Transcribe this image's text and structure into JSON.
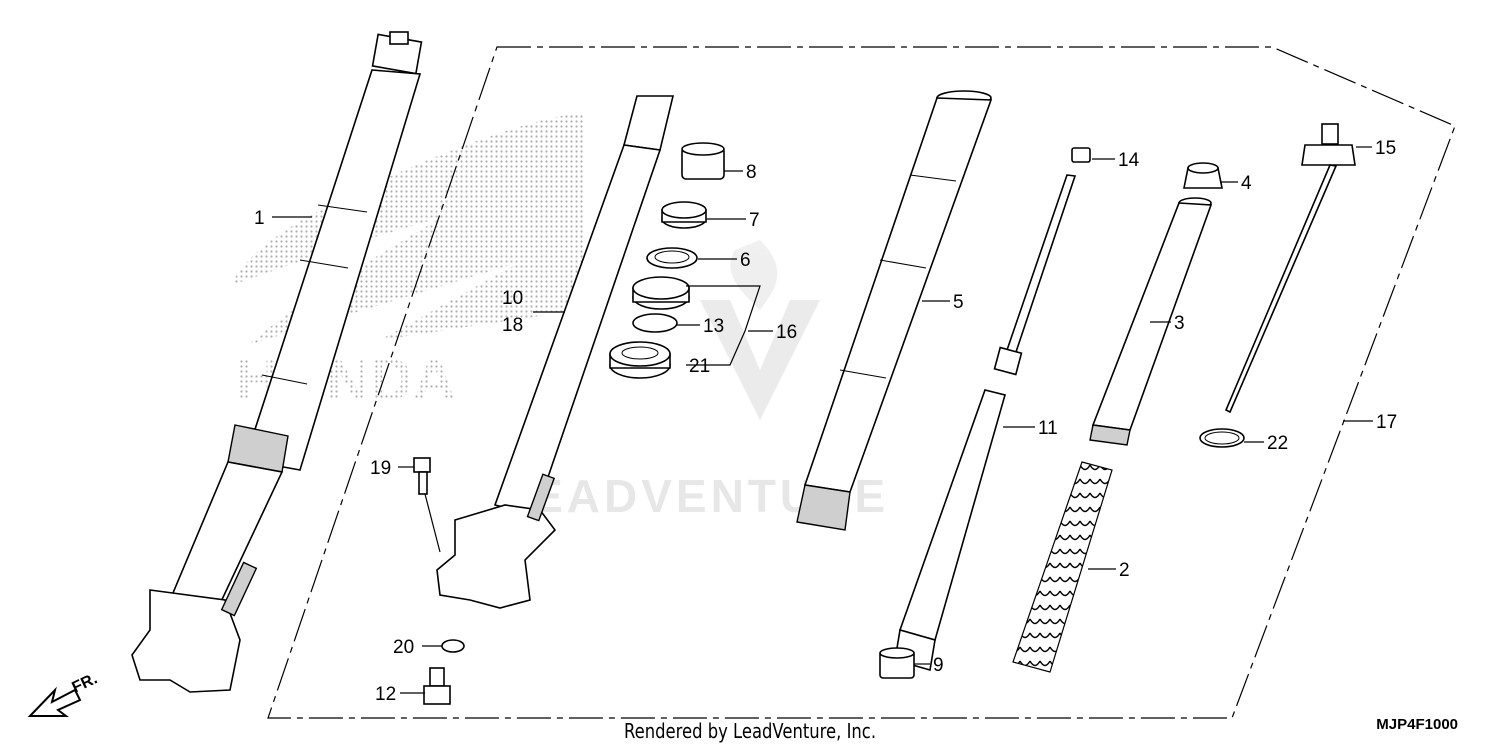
{
  "diagram": {
    "callouts": [
      "1",
      "2",
      "3",
      "4",
      "5",
      "6",
      "7",
      "8",
      "9",
      "10",
      "18",
      "11",
      "12",
      "13",
      "14",
      "15",
      "16",
      "17",
      "19",
      "20",
      "21",
      "22"
    ],
    "direction_label": "FR.",
    "watermark_brand": "HONDA",
    "watermark_text": "LEADVENTURE",
    "line_color": "#000000",
    "watermark_color": "#b0b0b0"
  },
  "footer": {
    "credit": "Rendered by LeadVenture, Inc.",
    "diagram_code": "MJP4F1000"
  }
}
